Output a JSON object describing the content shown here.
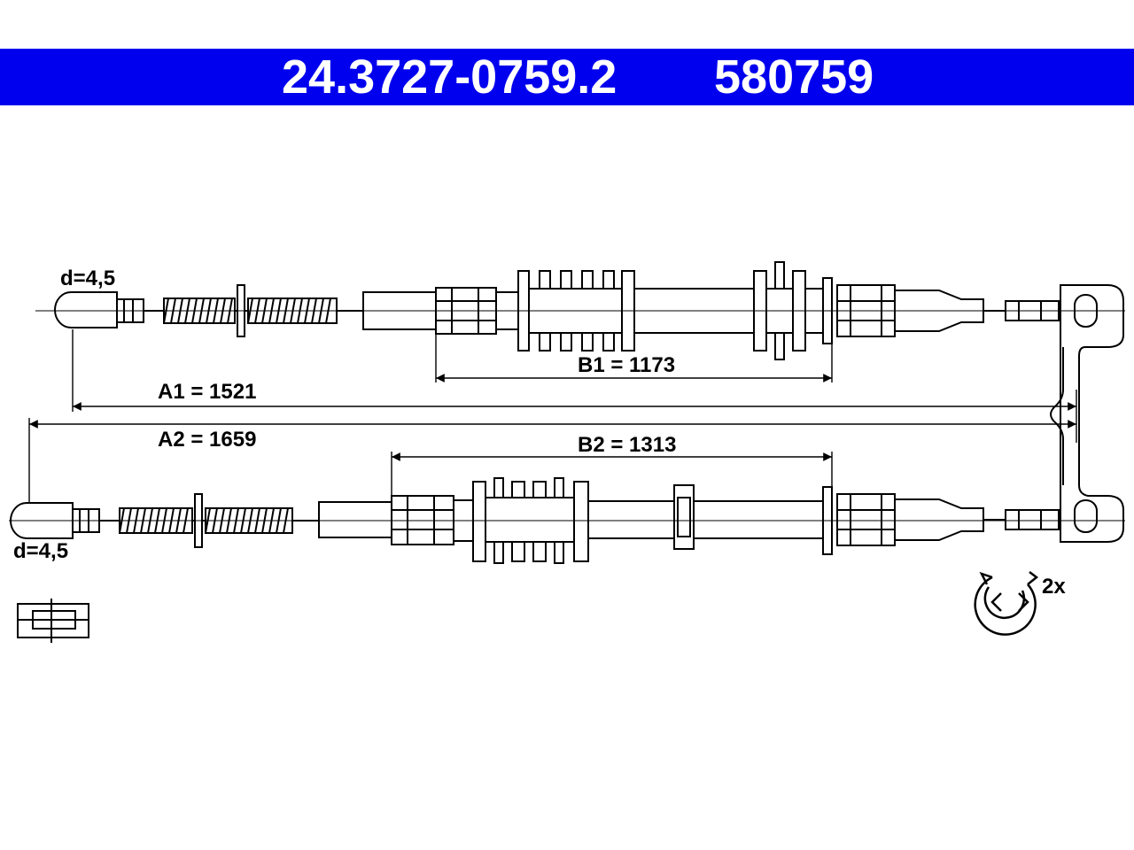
{
  "colors": {
    "banner": "#0000ee",
    "banner_text": "#ffffff",
    "line": "#000000",
    "fill": "#ffffff"
  },
  "header": {
    "part_number": "24.3727-0759.2",
    "ref_number": "580759"
  },
  "dimensions": {
    "a1": "A1 = 1521",
    "a2": "A2 = 1659",
    "b1": "B1 = 1173",
    "b2": "B2 = 1313",
    "d_top": "d=4,5",
    "d_bottom": "d=4,5"
  },
  "clip": {
    "quantity": "2x",
    "icon": "retaining-clip-icon"
  },
  "symbol": {
    "icon": "cable-end-symbol-icon"
  }
}
